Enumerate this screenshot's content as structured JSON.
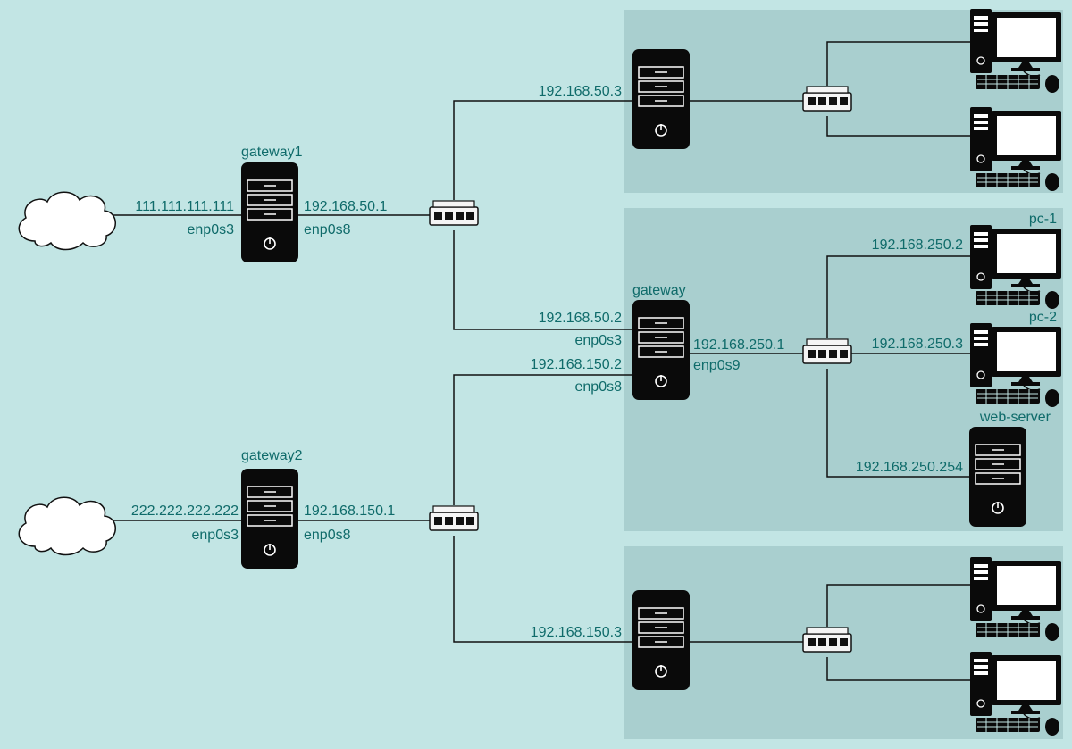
{
  "nodes": {
    "gateway1": {
      "name": "gateway1",
      "ext_ip": "111.111.111.111",
      "ext_if": "enp0s3",
      "int_ip": "192.168.50.1",
      "int_if": "enp0s8"
    },
    "gateway2": {
      "name": "gateway2",
      "ext_ip": "222.222.222.222",
      "ext_if": "enp0s3",
      "int_ip": "192.168.150.1",
      "int_if": "enp0s8"
    },
    "gateway": {
      "name": "gateway",
      "ip_50": "192.168.50.2",
      "if_50": "enp0s3",
      "ip_150": "192.168.150.2",
      "if_150": "enp0s8",
      "ip_250": "192.168.250.1",
      "if_250": "enp0s9"
    },
    "top_server": {
      "ip": "192.168.50.3"
    },
    "bottom_server": {
      "ip": "192.168.150.3"
    },
    "pc1": {
      "name": "pc-1",
      "ip": "192.168.250.2"
    },
    "pc2": {
      "name": "pc-2",
      "ip": "192.168.250.3"
    },
    "web_server": {
      "name": "web-server",
      "ip": "192.168.250.254"
    }
  },
  "colors": {
    "background": "#c2e5e4",
    "zone": "#a9cfcf",
    "label": "#0f6b6a",
    "device": "#0a0a0a"
  },
  "icons": [
    "cloud-icon",
    "server-icon",
    "switch-icon",
    "desktop-pc-icon"
  ]
}
